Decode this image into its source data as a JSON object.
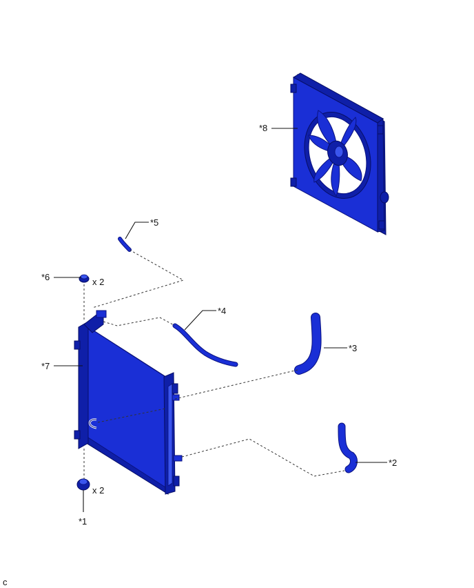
{
  "callouts": {
    "c1": "*1",
    "c2": "*2",
    "c3": "*3",
    "c4": "*4",
    "c5": "*5",
    "c6": "*6",
    "c7": "*7",
    "c8": "*8"
  },
  "quantities": {
    "q6": "x 2",
    "q1": "x 2"
  },
  "corner_code": "c",
  "colors": {
    "part_blue": "#1a2fd6",
    "part_edge": "#0a1280"
  }
}
